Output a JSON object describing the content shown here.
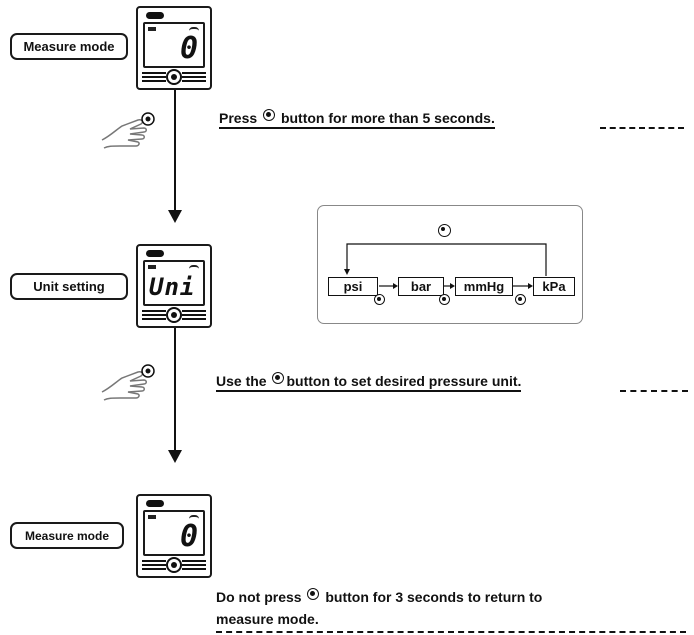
{
  "steps": [
    {
      "label": "Measure mode",
      "display": "0"
    },
    {
      "label": "Unit setting",
      "display": "Uni"
    },
    {
      "label": "Measure mode",
      "display": "0"
    }
  ],
  "instructions": {
    "press_prefix": "Press",
    "press_suffix": "button for more than 5 seconds.",
    "use_prefix": "Use the",
    "use_suffix": "button to  set desired pressure unit.",
    "return_prefix": "Do not press",
    "return_line1": "button for 3 seconds to return to",
    "return_line2": "measure mode."
  },
  "unit_cycle": [
    "psi",
    "bar",
    "mmHg",
    "kPa"
  ],
  "icons": {
    "button": "power-button-icon",
    "hand": "hand-pointing-icon"
  }
}
